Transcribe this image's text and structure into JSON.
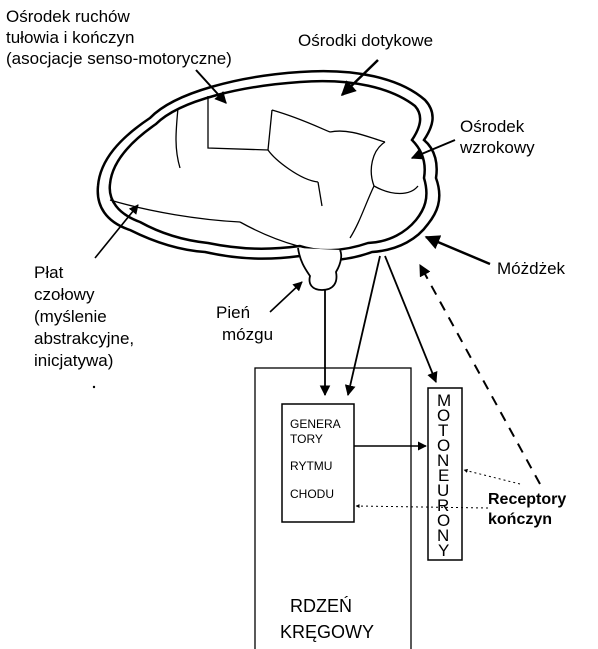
{
  "labels": {
    "motor_center": [
      "Ośrodek ruchów",
      "tułowia i kończyn",
      "(asocjacje senso-motoryczne)"
    ],
    "touch_centers": "Ośrodki dotykowe",
    "visual_center": [
      "Ośrodek",
      "wzrokowy"
    ],
    "cerebellum": "Móżdżek",
    "frontal_lobe": [
      "Płat",
      "czołowy",
      "(myślenie",
      "abstrakcyjne,",
      "inicjatywa)"
    ],
    "brainstem": [
      "Pień",
      "mózgu"
    ],
    "generators": [
      "GENERA",
      "TORY",
      "RYTMU",
      "CHODU"
    ],
    "motoneurons": [
      "M",
      "O",
      "T",
      "O",
      "N",
      "E",
      "U",
      "R",
      "O",
      "N",
      "Y"
    ],
    "receptors": [
      "Receptory",
      "kończyn"
    ],
    "spinal_cord": [
      "RDZEŃ",
      "KRĘGOWY"
    ]
  },
  "colors": {
    "ink": "#000000",
    "background": "#ffffff"
  }
}
